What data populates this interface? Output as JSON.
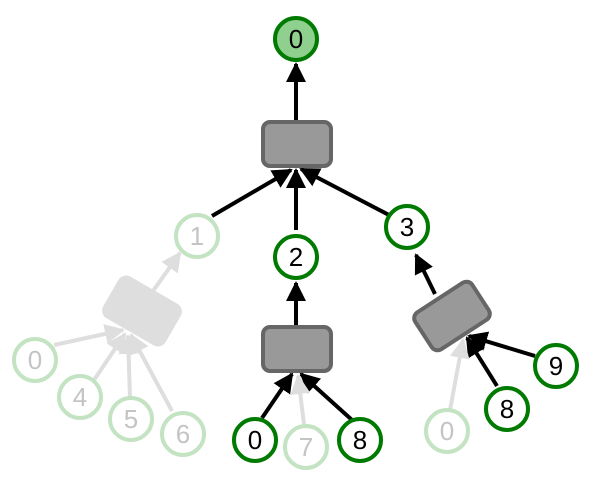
{
  "colors": {
    "background": "#ffffff",
    "active_node_stroke": "#007a00",
    "active_node_fill": "#ffffff",
    "root_node_fill": "#8fd08f",
    "faded_node_stroke": "#c3e3c3",
    "faded_node_text": "#c4c4c4",
    "active_edge": "#000000",
    "faded_edge": "#dedede",
    "box_fill": "#999999",
    "box_stroke": "#666666",
    "faded_box_fill": "#dedede",
    "text": "#000000"
  },
  "nodes": {
    "root": "0",
    "left_mid": "1",
    "center_mid": "2",
    "right_mid": "3",
    "left_leaf_a": "0",
    "left_leaf_b": "4",
    "left_leaf_c": "5",
    "left_leaf_d": "6",
    "center_leaf_a": "0",
    "center_leaf_b": "7",
    "center_leaf_c": "8",
    "right_leaf_a": "0",
    "right_leaf_b": "8",
    "right_leaf_c": "9"
  }
}
